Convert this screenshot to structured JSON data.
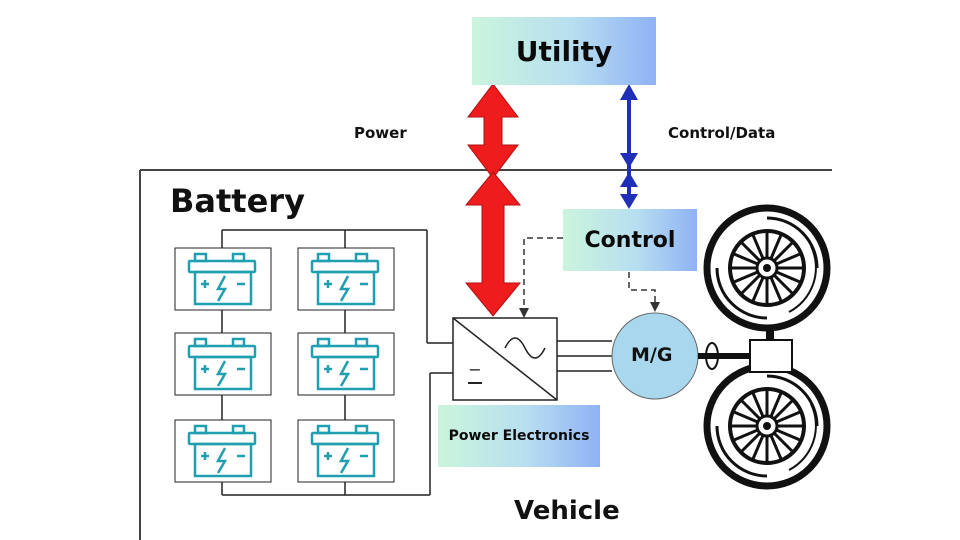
{
  "labels": {
    "utility": "Utility",
    "power": "Power",
    "control_data": "Control/Data",
    "battery": "Battery",
    "control": "Control",
    "mg": "M/G",
    "power_electronics": "Power Electronics",
    "vehicle": "Vehicle",
    "inverter_minus": "−"
  },
  "colors": {
    "power_arrow": "#ee1c1c",
    "data_arrow": "#1f2fb8",
    "battery": "#1f9fb0",
    "box_gradient_start": "#cbf5dc",
    "box_gradient_end": "#8fb2f5",
    "mg_fill": "#a9d8ee"
  },
  "icons": {
    "battery_cell": "battery-icon",
    "inverter": "dc-ac-converter-icon",
    "wheel": "wheel-icon",
    "differential": "differential-icon"
  },
  "battery_cells": {
    "rows": 3,
    "columns": 2
  }
}
